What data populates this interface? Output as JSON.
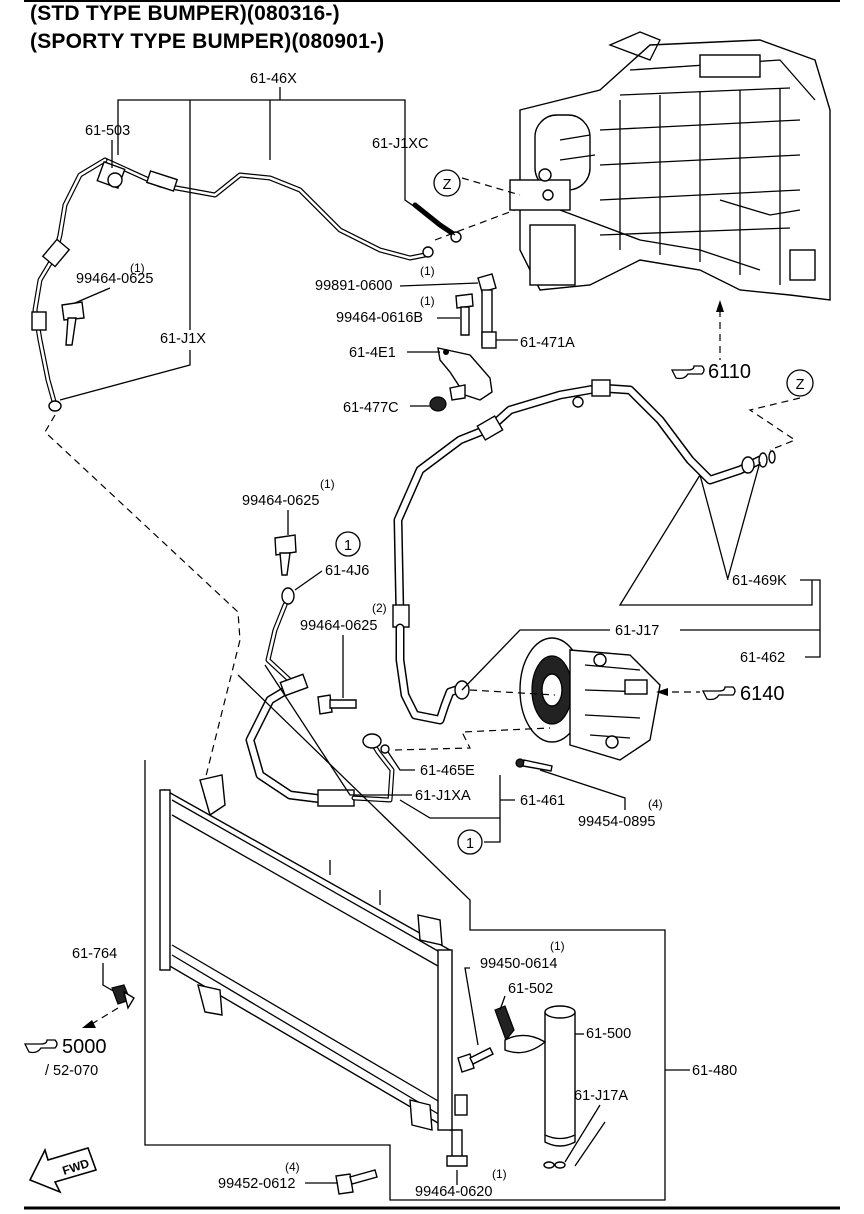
{
  "header": {
    "line1": "(STD TYPE BUMPER)(080316-)",
    "line2": "(SPORTY TYPE BUMPER)(080901-)"
  },
  "callouts": {
    "p61_46X": "61-46X",
    "p61_503": "61-503",
    "p61_J1XC": "61-J1XC",
    "p61_J1X": "61-J1X",
    "b99464_0625_a": "99464-0625",
    "b99464_0625_a_qty": "(1)",
    "b99891_0600": "99891-0600",
    "b99891_0600_qty": "(1)",
    "b99464_0616B": "99464-0616B",
    "b99464_0616B_qty": "(1)",
    "p61_471A": "61-471A",
    "p61_4E1": "61-4E1",
    "p61_477C": "61-477C",
    "b99464_0625_b": "99464-0625",
    "b99464_0625_b_qty": "(1)",
    "p61_4J6": "61-4J6",
    "b99464_0625_c": "99464-0625",
    "b99464_0625_c_qty": "(2)",
    "p61_469K": "61-469K",
    "p61_J17": "61-J17",
    "p61_462": "61-462",
    "p61_465E": "61-465E",
    "p61_J1XA": "61-J1XA",
    "p61_461": "61-461",
    "b99454_0895": "99454-0895",
    "b99454_0895_qty": "(4)",
    "p61_764": "61-764",
    "b99450_0614": "99450-0614",
    "b99450_0614_qty": "(1)",
    "p61_502": "61-502",
    "p61_500": "61-500",
    "p61_480": "61-480",
    "p61_J17A": "61-J17A",
    "b99452_0612": "99452-0612",
    "b99452_0612_qty": "(4)",
    "b99464_0620": "99464-0620",
    "b99464_0620_qty": "(1)"
  },
  "references": {
    "ref6110": "6110",
    "ref6140": "6140",
    "ref5000": "5000",
    "ref5000_sub": "/ 52-070"
  },
  "markers": {
    "z_top": "Z",
    "z_right": "Z",
    "circle1_top": "1",
    "circle1_bottom": "1",
    "fwd": "FWD"
  },
  "icons": [
    "pointing-hand-icon",
    "fwd-arrow-icon"
  ]
}
